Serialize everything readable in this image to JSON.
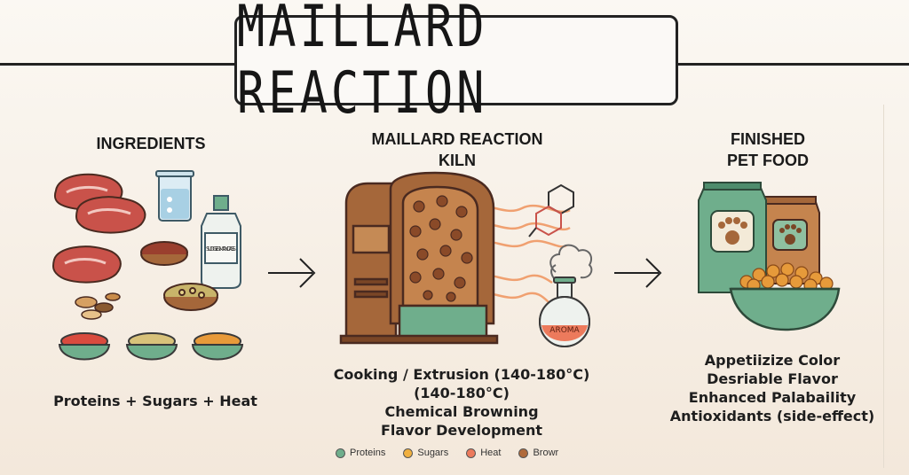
{
  "title": "MAILLARD REACTION",
  "sections": {
    "ingredients": {
      "heading": "INGREDIENTS",
      "jar_label": "SUDGE & MANO ASS",
      "caption": "Proteins + Sugars + Heat"
    },
    "kiln": {
      "heading_line1": "MAILLARD REACTION",
      "heading_line2": "KILN",
      "flask_label": "AROMA",
      "captions": [
        "Cooking / Extrusion (140-180°C)",
        "(140-180°C)",
        "Chemical Browning",
        "Flavor Development"
      ]
    },
    "finished": {
      "heading_line1": "FINISHED",
      "heading_line2": "PET FOOD",
      "captions": [
        "Appetiizize Color",
        "Desriable Flavor",
        "Enhanced Palabaility",
        "Antioxidants (side-effect)"
      ]
    }
  },
  "legend": [
    {
      "label": "Proteins",
      "color": "#6fae8c"
    },
    {
      "label": "Sugars",
      "color": "#f0b040"
    },
    {
      "label": "Heat",
      "color": "#ec7a5c"
    },
    {
      "label": "Browr",
      "color": "#b06a3a"
    }
  ],
  "colors": {
    "meat": "#c9524a",
    "green": "#6fae8c",
    "brown": "#a5673a",
    "kibble": "#e69a3a",
    "orange_wave": "#f0a070"
  }
}
